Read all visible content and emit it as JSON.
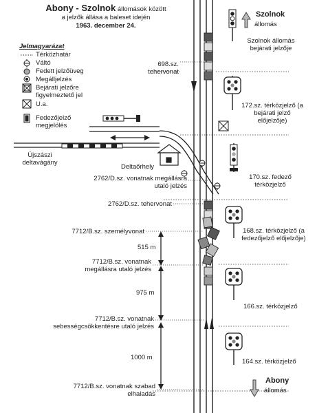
{
  "title": {
    "line1_bold": "Abony - Szolnok",
    "line1_rest": "állomások között",
    "line2": "a jelzők állása a baleset idején",
    "line3": "1963. december 24."
  },
  "legend": {
    "heading": "Jelmagyarázat",
    "items": [
      {
        "label": "Térközhatár"
      },
      {
        "label": "Váltó"
      },
      {
        "label": "Fedett jelzőüveg"
      },
      {
        "label": "Megálljelzés"
      },
      {
        "label": "Bejárati jelzőre figyelmeztető jel"
      },
      {
        "label": "U.a."
      },
      {
        "label": "Fedezőjelző megjelölés"
      }
    ]
  },
  "stations": {
    "szolnok": {
      "name": "Szolnok",
      "sub": "állomás",
      "signal": "Szolnok állomás bejárati jelzője"
    },
    "abony": {
      "name": "Abony",
      "sub": "állomás"
    }
  },
  "left_labels": {
    "train698": "698.sz. tehervonat",
    "ujszaszi": "Újszászi deltavágány",
    "deltaorhely": "Deltaőrhely",
    "sign2762": "2762/D.sz. vonatnak megállásra utaló jelzés",
    "train2762": "2762/D.sz. tehervonat",
    "train7712": "7712/B.sz. személyvonat",
    "sign7712_stop": "7712/B.sz. vonatnak megállásra utaló jelzés",
    "sign7712_speed": "7712/B.sz. vonatnak sebességcsökkentésre utaló jelzés",
    "sign7712_free": "7712/B.sz. vonatnak szabad elhaladás"
  },
  "distances": [
    "515 m",
    "975 m",
    "1000 m"
  ],
  "signals_right": [
    {
      "label": "172.sz. térközjelző (a bejárati jelző előjelzője)"
    },
    {
      "label": "170.sz. fedező térközjelző"
    },
    {
      "label": "168.sz. térközjelző (a fedezőjelző előjelzője)"
    },
    {
      "label": "166.sz. térközjelző"
    },
    {
      "label": "164.sz. térközjelző"
    }
  ]
}
